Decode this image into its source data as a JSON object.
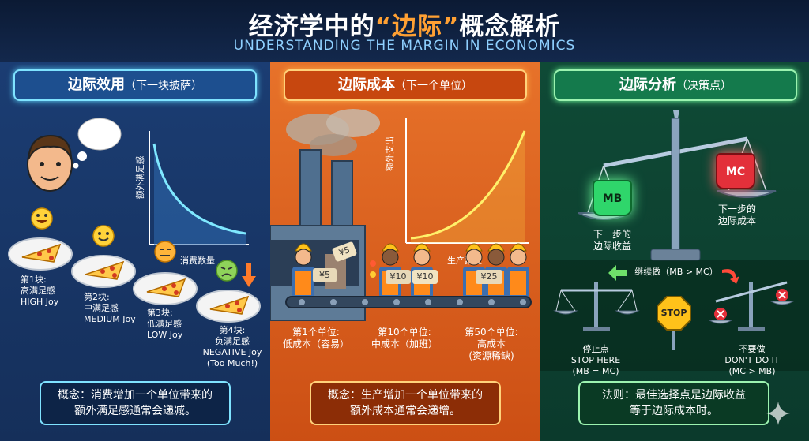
{
  "header": {
    "title_pre": "经济学中的",
    "title_accent": "“边际”",
    "title_post": "概念解析",
    "subtitle": "UNDERSTANDING THE MARGIN IN ECONOMICS"
  },
  "utility": {
    "heading": "边际效用",
    "heading_note": "（下一块披萨）",
    "y_axis": "额外满足感",
    "x_axis": "消费数量",
    "slices": [
      {
        "line1": "第1块:",
        "line2": "高满足感",
        "line3": "HIGH Joy",
        "line4": ""
      },
      {
        "line1": "第2块:",
        "line2": "中满足感",
        "line3": "MEDIUM Joy",
        "line4": ""
      },
      {
        "line1": "第3块:",
        "line2": "低满足感",
        "line3": "LOW Joy",
        "line4": ""
      },
      {
        "line1": "第4块:",
        "line2": "负满足感",
        "line3": "NEGATIVE Joy",
        "line4": "(Too Much!)"
      }
    ],
    "concept_l1": "概念：消费增加一个单位带来的",
    "concept_l2": "额外满足感通常会递减。"
  },
  "cost": {
    "heading": "边际成本",
    "heading_note": "（下一个单位）",
    "y_axis": "额外支出",
    "x_axis": "生产数量",
    "tags": [
      "¥5",
      "¥5",
      "¥10",
      "¥10",
      "¥25"
    ],
    "units": [
      {
        "line1": "第1个单位:",
        "line2": "低成本（容易）",
        "line3": ""
      },
      {
        "line1": "第10个单位:",
        "line2": "中成本（加班）",
        "line3": ""
      },
      {
        "line1": "第50个单位:",
        "line2": "高成本",
        "line3": "(资源稀缺)"
      }
    ],
    "concept_l1": "概念：生产增加一个单位带来的",
    "concept_l2": "额外成本通常会递增。"
  },
  "analysis": {
    "heading": "边际分析",
    "heading_note": "（决策点）",
    "mb_weight": "MB",
    "mc_weight": "MC",
    "mb_label_l1": "下一步的",
    "mb_label_l2": "边际收益",
    "mc_label_l1": "下一步的",
    "mc_label_l2": "边际成本",
    "continue_text": "继续做（MB > MC）",
    "stop_sign": "STOP",
    "stop_l1": "停止点",
    "stop_l2": "STOP HERE",
    "stop_l3": "(MB = MC)",
    "dont_l1": "不要做",
    "dont_l2": "DON'T DO IT",
    "dont_l3": "(MC > MB)",
    "rule_l1": "法则：最佳选择点是边际收益",
    "rule_l2": "等于边际成本时。"
  },
  "colors": {
    "blue_panel": "#1b3d73",
    "orange_panel": "#e7722a",
    "green_panel": "#0f4a36",
    "accent": "#ffa033",
    "subtitle": "#8fd0ff"
  }
}
